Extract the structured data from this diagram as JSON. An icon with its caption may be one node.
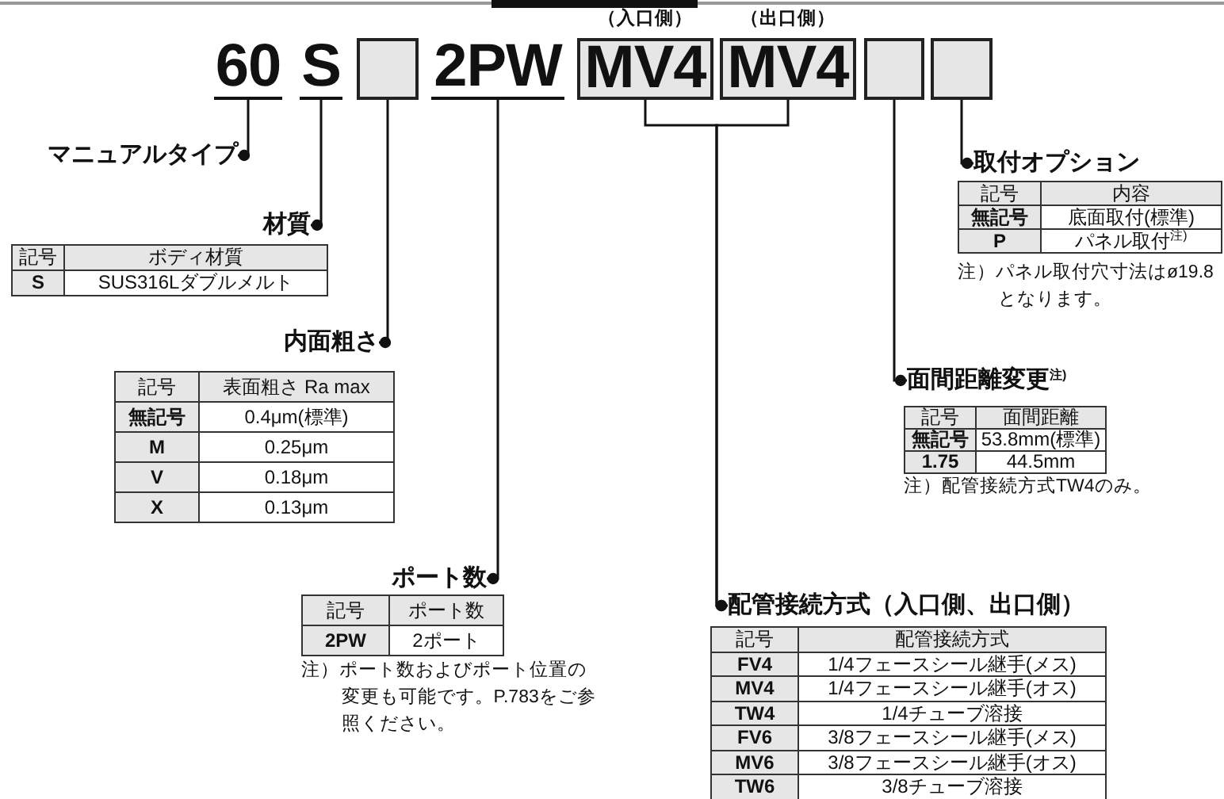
{
  "diagram": {
    "nodes": [
      {
        "text": [
          "60"
        ]
      },
      {
        "text": [
          "S"
        ]
      },
      {
        "text": [],
        "shape": "box"
      },
      {
        "text": [
          "2PW"
        ]
      },
      {
        "text": [
          "MV4"
        ],
        "beside": [
          "（入口側）"
        ]
      },
      {
        "text": [
          "MV4"
        ],
        "beside": [
          "（出口側）"
        ]
      },
      {
        "text": [],
        "shape": "box"
      },
      {
        "text": [],
        "shape": "box"
      },
      {
        "text": [
          "マニュアルタイプ"
        ]
      },
      {
        "text": [
          "材質"
        ]
      },
      {
        "text": [
          "内面粗さ"
        ]
      },
      {
        "text": [
          "ポート数"
        ]
      },
      {
        "text": [
          "配管接続方式（入口側、出口側）"
        ]
      },
      {
        "text": [
          "面間距離変更$^{注)}$"
        ]
      },
      {
        "text": [
          "取付オプション"
        ]
      }
    ],
    "edges": [
      {
        "from": 0,
        "to": 8,
        "arrow": "other"
      },
      {
        "from": 1,
        "to": 9,
        "arrow": "other"
      },
      {
        "from": 2,
        "to": 10,
        "arrow": "other"
      },
      {
        "from": 3,
        "to": 11,
        "arrow": "other"
      },
      {
        "from": 4,
        "to": 12,
        "arrow": "other"
      },
      {
        "from": 5,
        "to": 12,
        "arrow": "other"
      },
      {
        "from": 6,
        "to": 13,
        "arrow": "other"
      },
      {
        "from": 7,
        "to": 14,
        "arrow": "other"
      }
    ],
    "labels": [
      "記号",
      "ボディ材質",
      "S",
      "SUS316Lダブルメルト",
      "記号",
      "表面粗さ Ra max",
      "無記号",
      "0.4μm(標準)",
      "M",
      "0.25μm",
      "V",
      "0.18μm",
      "X",
      "0.13μm",
      "記号",
      "ポート数",
      "2PW",
      "2ポート",
      "注）ポート数およびポート位置の変更も可能です。P.783をご参照ください。",
      "記号",
      "配管接続方式",
      "FV4",
      "1/4フェースシール継手(メス)",
      "MV4",
      "1/4フェースシール継手(オス)",
      "TW4",
      "1/4チューブ溶接",
      "FV6",
      "3/8フェースシール継手(メス)",
      "MV6",
      "3/8フェースシール継手(オス)",
      "TW6",
      "3/8チューブ溶接",
      "記号",
      "内容",
      "無記号",
      "底面取付(標準)",
      "P",
      "パネル取付$^{注)}$",
      "注）パネル取付穴寸法はø19.8となります。",
      "記号",
      "面間距離",
      "無記号",
      "53.8mm(標準)",
      "1.75",
      "44.5mm",
      "注）配管接続方式TW4のみ。"
    ]
  }
}
